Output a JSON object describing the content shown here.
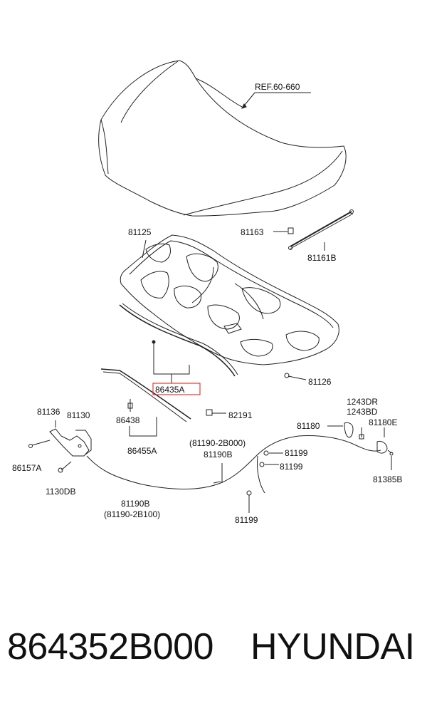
{
  "diagram": {
    "ref_label": "REF.60-660",
    "labels": {
      "p81125": "81125",
      "p81163": "81163",
      "p81161B": "81161B",
      "p81126": "81126",
      "p86435A": "86435A",
      "p86438": "86438",
      "p86455A": "86455A",
      "p82191": "82191",
      "p81136": "81136",
      "p81130": "81130",
      "p86157A": "86157A",
      "p1130DB": "1130DB",
      "p81190B_lower": "81190B",
      "p81190_2B100": "(81190-2B100)",
      "p81190_2B000": "(81190-2B000)",
      "p81190B_upper": "81190B",
      "p81199_a": "81199",
      "p81199_b": "81199",
      "p81199_c": "81199",
      "p81180": "81180",
      "p1243DR": "1243DR",
      "p1243BD": "1243BD",
      "p81180E": "81180E",
      "p81385B": "81385B"
    },
    "highlight_color": "#e01010"
  },
  "footer": {
    "part_number": "864352B000",
    "brand": "HYUNDAI"
  }
}
